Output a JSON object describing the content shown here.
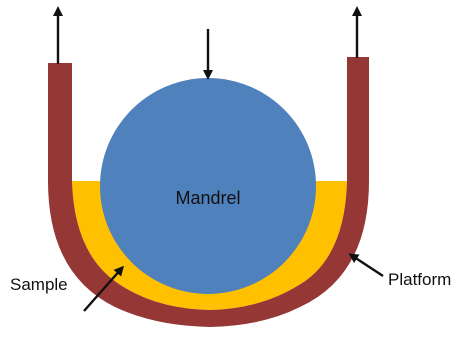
{
  "diagram": {
    "labels": {
      "mandrel": "Mandrel",
      "sample": "Sample",
      "platform": "Platform"
    },
    "colors": {
      "mandrel": "#4f81bd",
      "sample": "#ffc000",
      "platform": "#953735",
      "arrow": "#111111",
      "background": "#ffffff"
    },
    "arrows": {
      "mandrel_force": "down",
      "platform_left_force": "up",
      "platform_right_force": "up"
    }
  }
}
